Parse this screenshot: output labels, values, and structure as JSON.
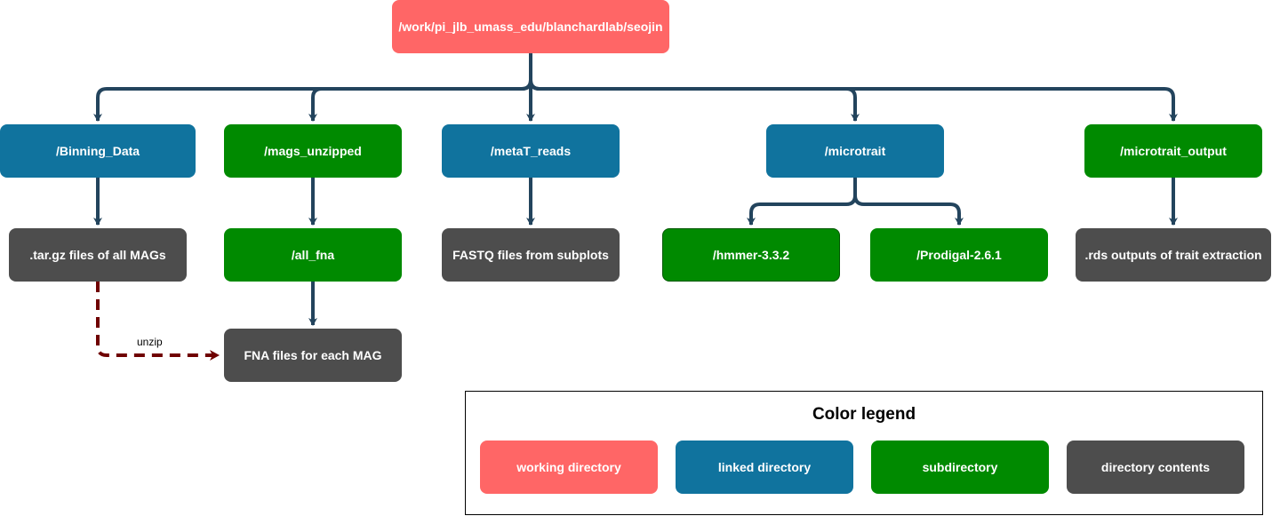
{
  "colors": {
    "working_directory": "#ff6666",
    "linked_directory": "#10739e",
    "subdirectory": "#008a00",
    "directory_contents": "#4d4d4d",
    "connector": "#23445d",
    "unzip_connector": "#6f0000"
  },
  "nodes": {
    "root": "/work/pi_jlb_umass_edu/blanchardlab/seojin",
    "binning_data": "/Binning_Data",
    "mags_unzipped": "/mags_unzipped",
    "metat_reads": "/metaT_reads",
    "microtrait": "/microtrait",
    "microtrait_output": "/microtrait_output",
    "targz_files": ".tar.gz files of all MAGs",
    "all_fna": "/all_fna",
    "fastq_files": "FASTQ files from subplots",
    "hmmer": "/hmmer-3.3.2",
    "prodigal": "/Prodigal-2.6.1",
    "rds_outputs": ".rds outputs of trait extraction",
    "fna_files": "FNA files for each MAG"
  },
  "edge_labels": {
    "unzip": "unzip"
  },
  "legend": {
    "title": "Color legend",
    "items": [
      {
        "label": "working directory",
        "color": "#ff6666"
      },
      {
        "label": "linked directory",
        "color": "#10739e"
      },
      {
        "label": "subdirectory",
        "color": "#008a00"
      },
      {
        "label": "directory contents",
        "color": "#4d4d4d"
      }
    ]
  }
}
